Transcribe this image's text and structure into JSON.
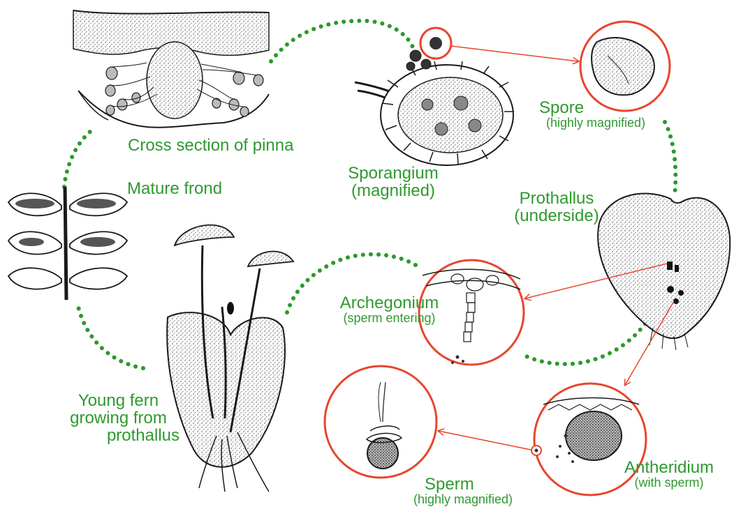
{
  "labels": {
    "cross_section": "Cross section of pinna",
    "sporangium": "Sporangium",
    "sporangium_note": "(magnified)",
    "spore": "Spore",
    "spore_note": "(highly magnified)",
    "mature_frond": "Mature frond",
    "prothallus": "Prothallus",
    "prothallus_note": "(underside)",
    "archegonium": "Archegonium",
    "archegonium_note": "(sperm entering)",
    "young_fern_1": "Young fern",
    "young_fern_2": "growing from",
    "young_fern_3": "prothallus",
    "sperm": "Sperm",
    "sperm_note": "(highly magnified)",
    "antheridium": "Antheridium",
    "antheridium_note": "(with sperm)"
  },
  "colors": {
    "label_green": "#2e9a2e",
    "cycle_dots": "#2a9a2a",
    "magnify_red": "#e8452c",
    "ink": "#1a1a1a"
  }
}
